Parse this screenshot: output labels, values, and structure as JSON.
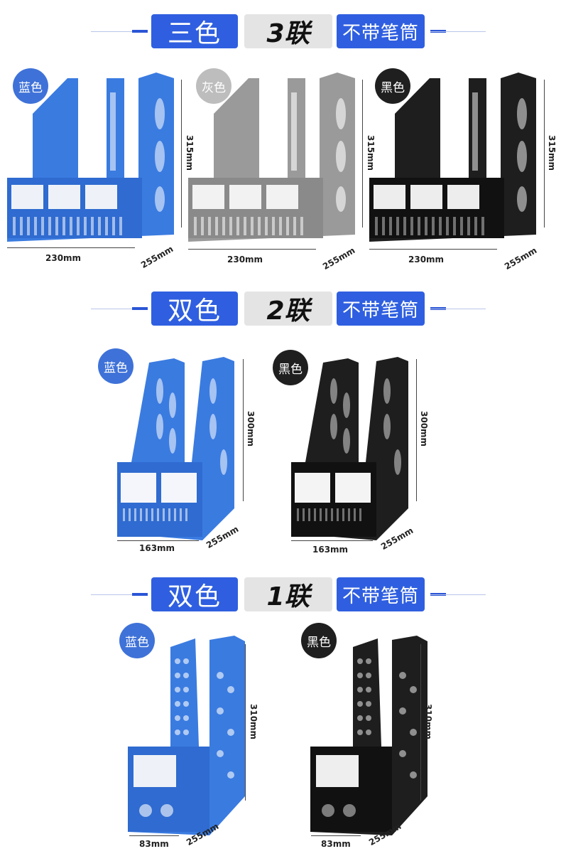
{
  "sections": [
    {
      "colors_label": "三色",
      "count_label": "3联",
      "note_label": "不带笔筒",
      "products": [
        {
          "color_name": "蓝色",
          "fill": "#3a7be0",
          "dims": {
            "width": "230mm",
            "depth": "255mm",
            "height": "315mm"
          }
        },
        {
          "color_name": "灰色",
          "fill": "#9a9a9a",
          "dims": {
            "width": "230mm",
            "depth": "255mm",
            "height": "315mm"
          }
        },
        {
          "color_name": "黑色",
          "fill": "#1e1e1e",
          "dims": {
            "width": "230mm",
            "depth": "255mm",
            "height": "315mm"
          }
        }
      ]
    },
    {
      "colors_label": "双色",
      "count_label": "2联",
      "note_label": "不带笔筒",
      "products": [
        {
          "color_name": "蓝色",
          "fill": "#3a7be0",
          "dims": {
            "width": "163mm",
            "depth": "255mm",
            "height": "300mm"
          }
        },
        {
          "color_name": "黑色",
          "fill": "#1e1e1e",
          "dims": {
            "width": "163mm",
            "depth": "255mm",
            "height": "300mm"
          }
        }
      ]
    },
    {
      "colors_label": "双色",
      "count_label": "1联",
      "note_label": "不带笔筒",
      "products": [
        {
          "color_name": "蓝色",
          "fill": "#3a7be0",
          "dims": {
            "width": "83mm",
            "depth": "255mm",
            "height": "310mm"
          }
        },
        {
          "color_name": "黑色",
          "fill": "#1e1e1e",
          "dims": {
            "width": "83mm",
            "depth": "255mm",
            "height": "310mm"
          }
        }
      ]
    }
  ],
  "badge_colors": {
    "blue": "#3f72d8",
    "gray": "#bdbdbd",
    "black": "#1f1f1f"
  },
  "accent": "#2f5fe0"
}
